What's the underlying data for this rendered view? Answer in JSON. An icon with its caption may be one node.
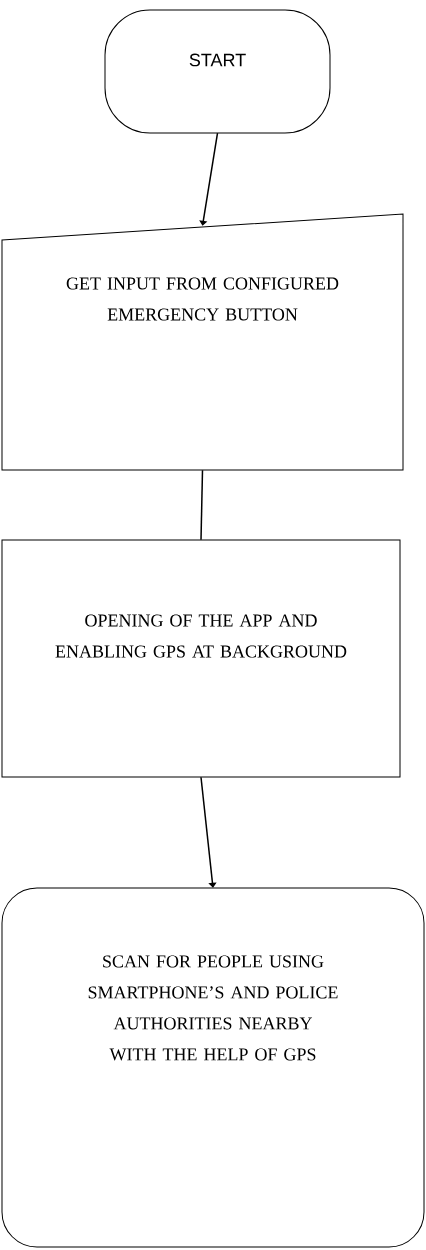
{
  "diagram": {
    "nodes": [
      {
        "text": [
          "START"
        ]
      },
      {
        "text": [
          "GET INPUT FROM CONFIGURED EMERGENCY BUTTON"
        ]
      },
      {
        "text": [
          "OPENING OF THE APP AND ENABLING GPS AT BACKGROUND"
        ]
      },
      {
        "text": [
          "SCAN FOR PEOPLE USING SMARTPHONE’S AND POLICE AUTHORITIES NEARBY WITH THE HELP OF GPS"
        ]
      }
    ],
    "edges": [
      {
        "from": 0,
        "to": 1,
        "arrow": "to"
      },
      {
        "from": 1,
        "to": 2,
        "arrow": "none"
      },
      {
        "from": 2,
        "to": 3,
        "arrow": "to"
      }
    ]
  }
}
